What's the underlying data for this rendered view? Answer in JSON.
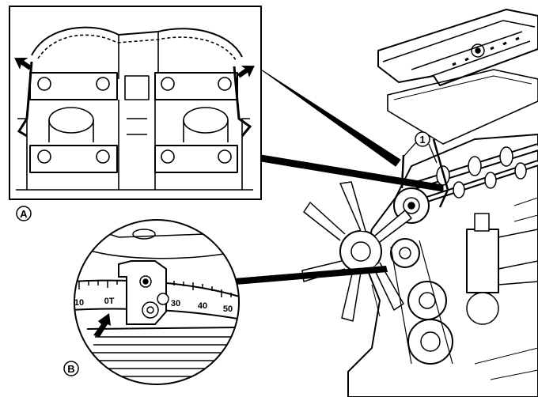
{
  "callouts": {
    "part_1": "1",
    "inset_a": "A",
    "inset_b": "B"
  },
  "timing_scale": {
    "ticks": [
      "10",
      "0T",
      "30",
      "40",
      "50"
    ]
  },
  "colors": {
    "ink": "#000000",
    "paper": "#ffffff"
  }
}
